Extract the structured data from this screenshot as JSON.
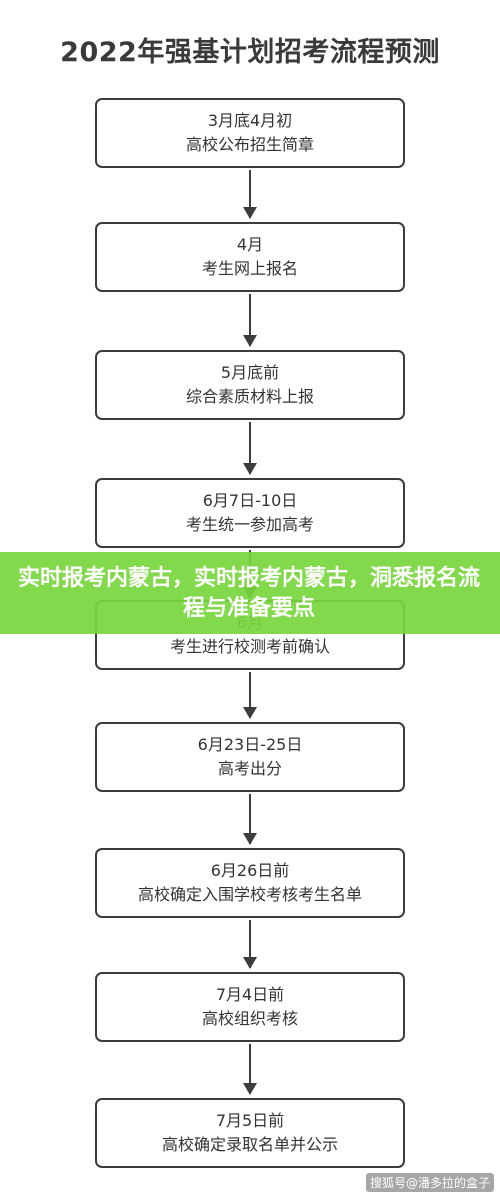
{
  "title": "2022年强基计划招考流程预测",
  "steps": [
    {
      "date": "3月底4月初",
      "desc": "高校公布招生简章"
    },
    {
      "date": "4月",
      "desc": "考生网上报名"
    },
    {
      "date": "5月底前",
      "desc": "综合素质材料上报"
    },
    {
      "date": "6月7日-10日",
      "desc": "考生统一参加高考"
    },
    {
      "date": "6月",
      "desc": "考生进行校测考前确认"
    },
    {
      "date": "6月23日-25日",
      "desc": "高考出分"
    },
    {
      "date": "6月26日前",
      "desc": "高校确定入围学校考核考生名单"
    },
    {
      "date": "7月4日前",
      "desc": "高校组织考核"
    },
    {
      "date": "7月5日前",
      "desc": "高校确定录取名单并公示"
    }
  ],
  "banner": "实时报考内蒙古，实时报考内蒙古，洞悉报名流程与准备要点",
  "watermark": "搜狐号@潘多拉的盒子",
  "colors": {
    "banner": "#76d63c",
    "border": "#3c3c3c"
  }
}
